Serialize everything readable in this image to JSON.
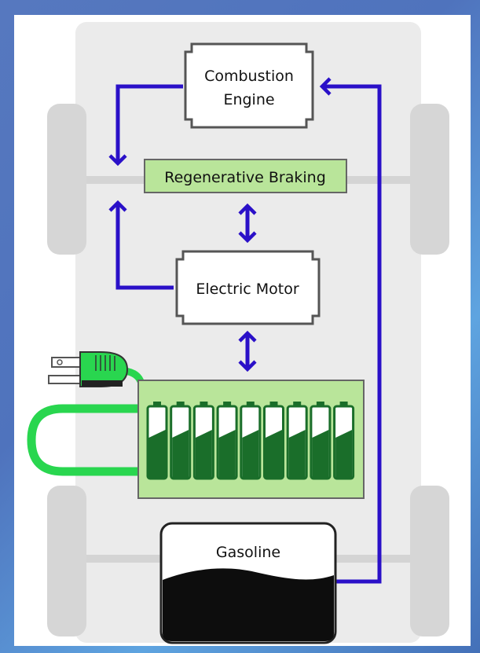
{
  "components": {
    "combustion_engine": [
      "Combustion",
      "Engine"
    ],
    "regenerative_braking": "Regenerative Braking",
    "electric_motor": "Electric Motor",
    "gasoline": "Gasoline"
  },
  "colors": {
    "flow_arrow": "#2a10c8",
    "battery_fill": "#b9e59a",
    "battery_cell": "#1a6e2a",
    "plug_cable": "#29d64f",
    "regen_box": "#b9e59a",
    "chassis": "#e8e8e8",
    "wheel": "#d6d6d6"
  },
  "battery": {
    "cell_count": 9
  }
}
